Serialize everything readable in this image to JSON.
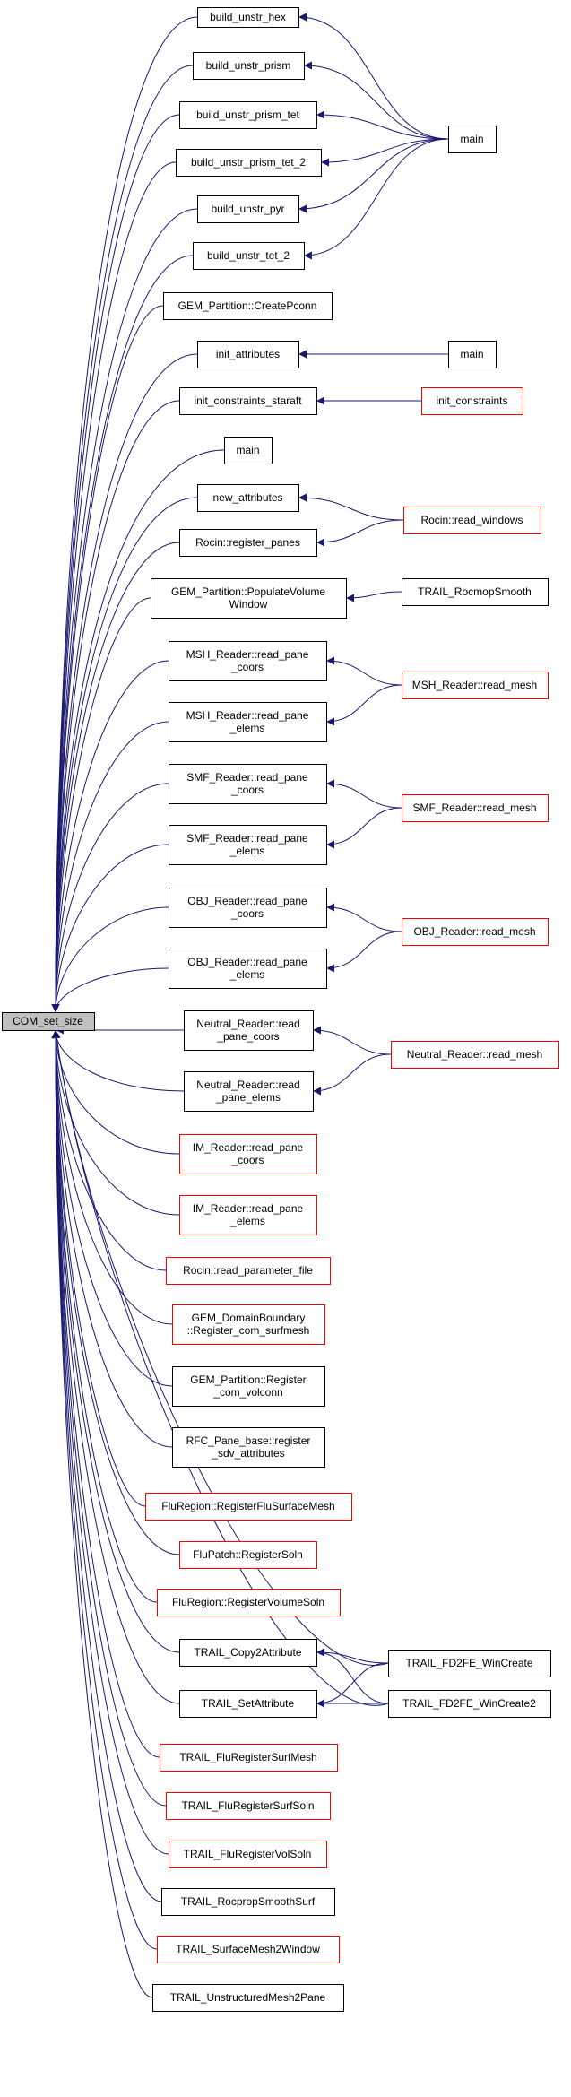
{
  "colors": {
    "edge": "#191970",
    "node_border_default": "#000000",
    "node_border_link": "#ff0000",
    "root_fill": "#bfbfbf",
    "node_fill": "#ffffff"
  },
  "root": {
    "lines": [
      "COM_set_size"
    ]
  },
  "callers": [
    {
      "id": "build_unstr_hex",
      "lines": [
        "build_unstr_hex"
      ],
      "link": false
    },
    {
      "id": "build_unstr_prism",
      "lines": [
        "build_unstr_prism"
      ],
      "link": false
    },
    {
      "id": "build_unstr_prism_tet",
      "lines": [
        "build_unstr_prism_tet"
      ],
      "link": false
    },
    {
      "id": "build_unstr_prism_tet_2",
      "lines": [
        "build_unstr_prism_tet_2"
      ],
      "link": false
    },
    {
      "id": "build_unstr_pyr",
      "lines": [
        "build_unstr_pyr"
      ],
      "link": false
    },
    {
      "id": "build_unstr_tet_2",
      "lines": [
        "build_unstr_tet_2"
      ],
      "link": false
    },
    {
      "id": "gem_createpconn",
      "lines": [
        "GEM_Partition::CreatePconn"
      ],
      "link": false
    },
    {
      "id": "init_attributes",
      "lines": [
        "init_attributes"
      ],
      "link": false
    },
    {
      "id": "init_constraints_staraft",
      "lines": [
        "init_constraints_staraft"
      ],
      "link": false
    },
    {
      "id": "main_mid",
      "lines": [
        "main"
      ],
      "link": false
    },
    {
      "id": "new_attributes",
      "lines": [
        "new_attributes"
      ],
      "link": false
    },
    {
      "id": "rocin_register_panes",
      "lines": [
        "Rocin::register_panes"
      ],
      "link": false
    },
    {
      "id": "gem_populate",
      "lines": [
        "GEM_Partition::PopulateVolume",
        "Window"
      ],
      "link": false
    },
    {
      "id": "msh_coors",
      "lines": [
        "MSH_Reader::read_pane",
        "_coors"
      ],
      "link": false
    },
    {
      "id": "msh_elems",
      "lines": [
        "MSH_Reader::read_pane",
        "_elems"
      ],
      "link": false
    },
    {
      "id": "smf_coors",
      "lines": [
        "SMF_Reader::read_pane",
        "_coors"
      ],
      "link": false
    },
    {
      "id": "smf_elems",
      "lines": [
        "SMF_Reader::read_pane",
        "_elems"
      ],
      "link": false
    },
    {
      "id": "obj_coors",
      "lines": [
        "OBJ_Reader::read_pane",
        "_coors"
      ],
      "link": false
    },
    {
      "id": "obj_elems",
      "lines": [
        "OBJ_Reader::read_pane",
        "_elems"
      ],
      "link": false
    },
    {
      "id": "neutral_coors",
      "lines": [
        "Neutral_Reader::read",
        "_pane_coors"
      ],
      "link": false
    },
    {
      "id": "neutral_elems",
      "lines": [
        "Neutral_Reader::read",
        "_pane_elems"
      ],
      "link": false
    },
    {
      "id": "im_coors",
      "lines": [
        "IM_Reader::read_pane",
        "_coors"
      ],
      "link": true
    },
    {
      "id": "im_elems",
      "lines": [
        "IM_Reader::read_pane",
        "_elems"
      ],
      "link": true
    },
    {
      "id": "rocin_read_param",
      "lines": [
        "Rocin::read_parameter_file"
      ],
      "link": true
    },
    {
      "id": "gem_domainboundary",
      "lines": [
        "GEM_DomainBoundary",
        "::Register_com_surfmesh"
      ],
      "link": true
    },
    {
      "id": "gem_register_volconn",
      "lines": [
        "GEM_Partition::Register",
        "_com_volconn"
      ],
      "link": false
    },
    {
      "id": "rfc_pane_base",
      "lines": [
        "RFC_Pane_base::register",
        "_sdv_attributes"
      ],
      "link": false
    },
    {
      "id": "flu_reg_surfmesh",
      "lines": [
        "FluRegion::RegisterFluSurfaceMesh"
      ],
      "link": true
    },
    {
      "id": "flupatch_regsoln",
      "lines": [
        "FluPatch::RegisterSoln"
      ],
      "link": true
    },
    {
      "id": "fluregion_regvolsoln",
      "lines": [
        "FluRegion::RegisterVolumeSoln"
      ],
      "link": true
    },
    {
      "id": "trail_copy2attr",
      "lines": [
        "TRAIL_Copy2Attribute"
      ],
      "link": false
    },
    {
      "id": "trail_setattr",
      "lines": [
        "TRAIL_SetAttribute"
      ],
      "link": false
    },
    {
      "id": "trail_flu_surfmesh",
      "lines": [
        "TRAIL_FluRegisterSurfMesh"
      ],
      "link": true
    },
    {
      "id": "trail_flu_surfsoln",
      "lines": [
        "TRAIL_FluRegisterSurfSoln"
      ],
      "link": true
    },
    {
      "id": "trail_flu_volsoln",
      "lines": [
        "TRAIL_FluRegisterVolSoln"
      ],
      "link": true
    },
    {
      "id": "trail_rocprop",
      "lines": [
        "TRAIL_RocpropSmoothSurf"
      ],
      "link": false
    },
    {
      "id": "trail_surfmesh2window",
      "lines": [
        "TRAIL_SurfaceMesh2Window"
      ],
      "link": true
    },
    {
      "id": "trail_unstructured",
      "lines": [
        "TRAIL_UnstructuredMesh2Pane"
      ],
      "link": false
    }
  ],
  "second_level": [
    {
      "id": "main_top",
      "lines": [
        "main"
      ],
      "link": false
    },
    {
      "id": "main_attr",
      "lines": [
        "main"
      ],
      "link": false
    },
    {
      "id": "init_constraints",
      "lines": [
        "init_constraints"
      ],
      "link": true
    },
    {
      "id": "rocin_read_windows",
      "lines": [
        "Rocin::read_windows"
      ],
      "link": true
    },
    {
      "id": "trail_rocmop",
      "lines": [
        "TRAIL_RocmopSmooth"
      ],
      "link": false
    },
    {
      "id": "msh_read_mesh",
      "lines": [
        "MSH_Reader::read_mesh"
      ],
      "link": true
    },
    {
      "id": "smf_read_mesh",
      "lines": [
        "SMF_Reader::read_mesh"
      ],
      "link": true
    },
    {
      "id": "obj_read_mesh",
      "lines": [
        "OBJ_Reader::read_mesh"
      ],
      "link": true
    },
    {
      "id": "neutral_read_mesh",
      "lines": [
        "Neutral_Reader::read_mesh"
      ],
      "link": true
    },
    {
      "id": "trail_fd2fe",
      "lines": [
        "TRAIL_FD2FE_WinCreate"
      ],
      "link": false
    },
    {
      "id": "trail_fd2fe2",
      "lines": [
        "TRAIL_FD2FE_WinCreate2"
      ],
      "link": false
    }
  ],
  "calls": [
    [
      "main_top",
      "build_unstr_hex"
    ],
    [
      "main_top",
      "build_unstr_prism"
    ],
    [
      "main_top",
      "build_unstr_prism_tet"
    ],
    [
      "main_top",
      "build_unstr_prism_tet_2"
    ],
    [
      "main_top",
      "build_unstr_pyr"
    ],
    [
      "main_top",
      "build_unstr_tet_2"
    ],
    [
      "main_attr",
      "init_attributes"
    ],
    [
      "init_constraints",
      "init_constraints_staraft"
    ],
    [
      "rocin_read_windows",
      "new_attributes"
    ],
    [
      "rocin_read_windows",
      "rocin_register_panes"
    ],
    [
      "trail_rocmop",
      "gem_populate"
    ],
    [
      "msh_read_mesh",
      "msh_coors"
    ],
    [
      "msh_read_mesh",
      "msh_elems"
    ],
    [
      "smf_read_mesh",
      "smf_coors"
    ],
    [
      "smf_read_mesh",
      "smf_elems"
    ],
    [
      "obj_read_mesh",
      "obj_coors"
    ],
    [
      "obj_read_mesh",
      "obj_elems"
    ],
    [
      "neutral_read_mesh",
      "neutral_coors"
    ],
    [
      "neutral_read_mesh",
      "neutral_elems"
    ],
    [
      "trail_fd2fe",
      "trail_copy2attr"
    ],
    [
      "trail_fd2fe",
      "trail_setattr"
    ],
    [
      "trail_fd2fe2",
      "trail_copy2attr"
    ],
    [
      "trail_fd2fe2",
      "trail_setattr"
    ],
    [
      "trail_fd2fe",
      "root"
    ],
    [
      "trail_fd2fe2",
      "root"
    ]
  ]
}
